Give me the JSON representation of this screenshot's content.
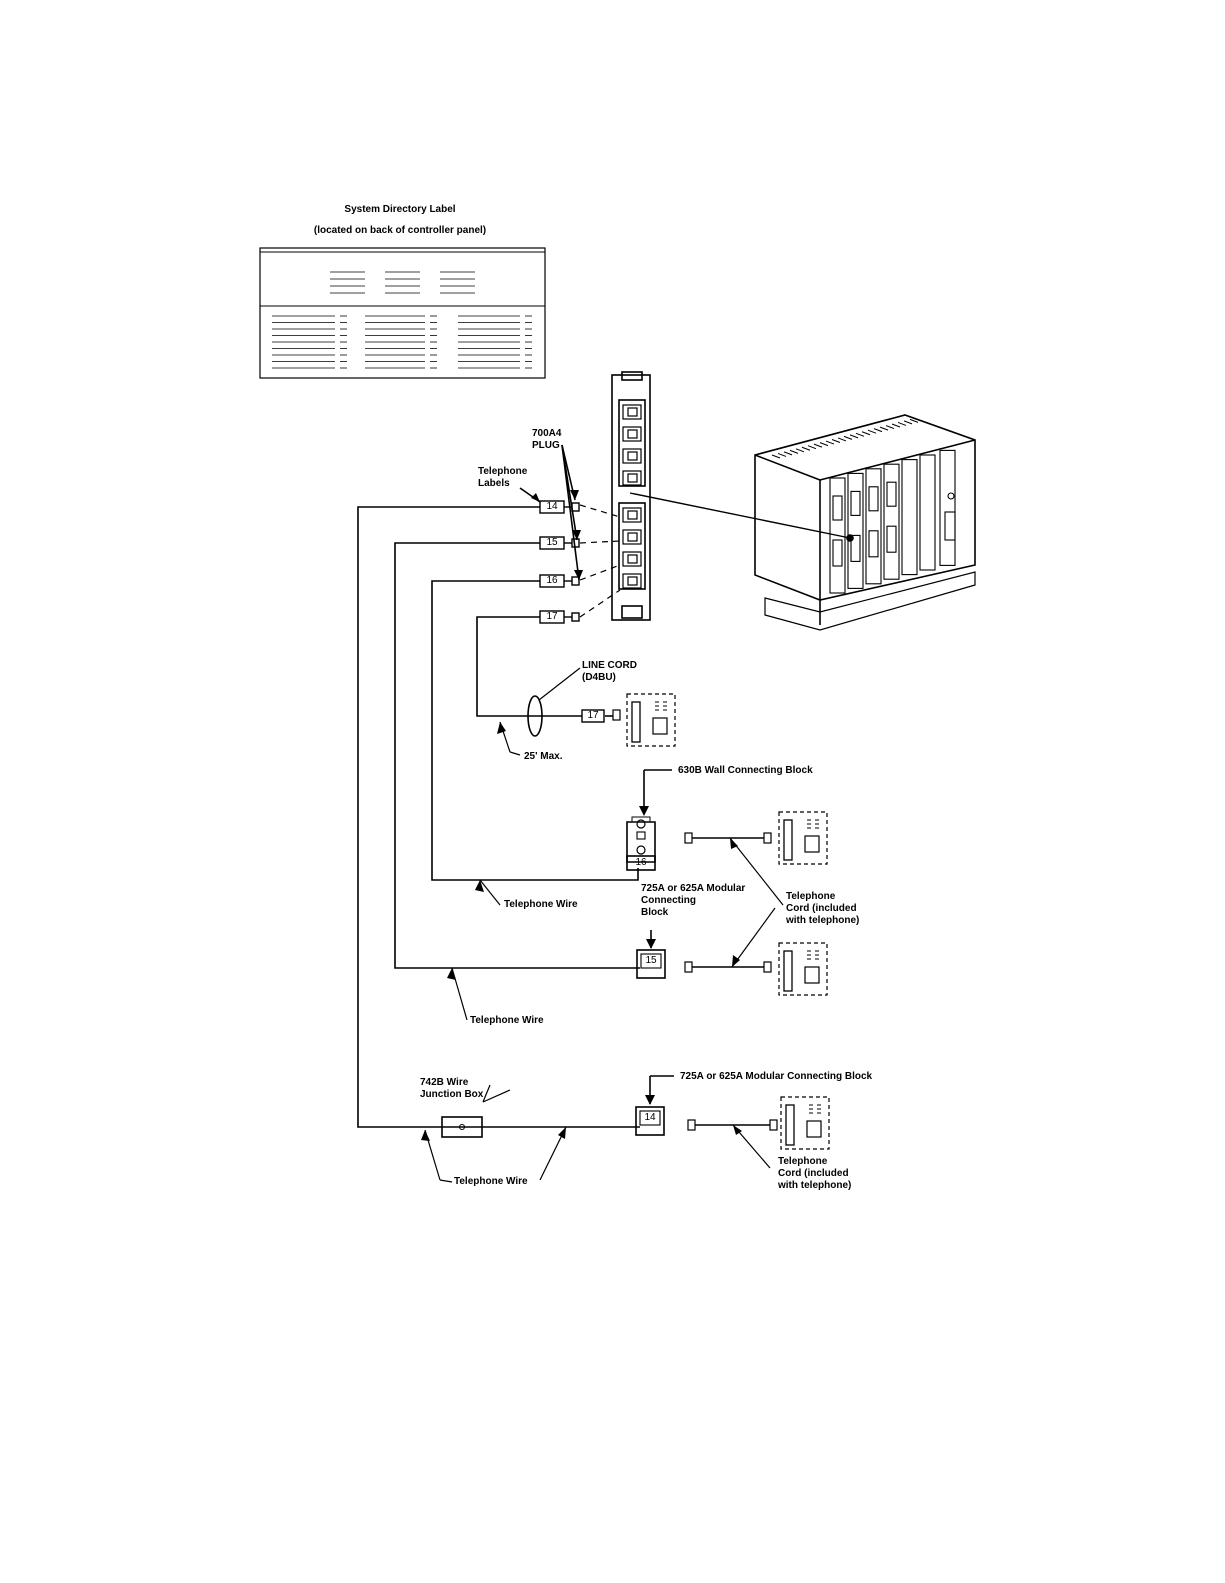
{
  "directory_label": {
    "title": "System Directory Label",
    "subtitle": "(located on back of controller panel)"
  },
  "labels": {
    "plug": "700A4\nPLUG",
    "telephone_labels": "Telephone\nLabels",
    "line_cord": "LINE CORD\n(D4BU)",
    "max_length": "25' Max.",
    "wall_block": "630B Wall Connecting Block",
    "modular_block_mid": "725A or 625A Modular\nConnecting\nBlock",
    "telephone_cord_mid": "Telephone\nCord (included\nwith telephone)",
    "telephone_wire_1": "Telephone Wire",
    "telephone_wire_2": "Telephone Wire",
    "telephone_wire_3": "Telephone Wire",
    "junction_box": "742B Wire\nJunction Box",
    "modular_block_bottom": "725A or 625A Modular Connecting Block",
    "telephone_cord_bottom": "Telephone\nCord (included\nwith telephone)"
  },
  "extensions": [
    "14",
    "15",
    "16",
    "17"
  ],
  "block_numbers": {
    "cord_tag": "17",
    "wall_block": "16",
    "modular_mid": "15",
    "modular_bottom": "14"
  }
}
